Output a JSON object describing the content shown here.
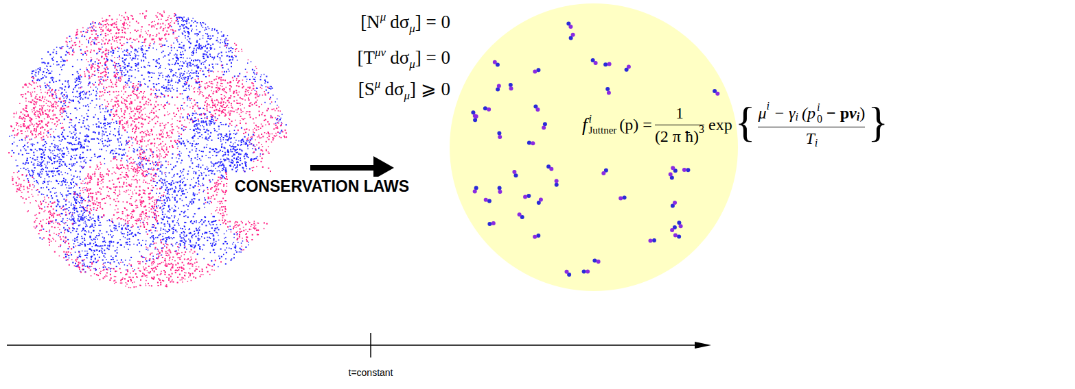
{
  "diagram": {
    "labels": [
      "[N",
      "μ",
      "dσ",
      "μ",
      "] = 0",
      "[T",
      "μν",
      "dσ",
      "μ",
      "] = 0",
      "[S",
      "μ",
      "dσ",
      "μ",
      "] ⩾ 0",
      "CONSERVATION LAWS",
      "f",
      "i",
      "Juttner",
      "(p) =",
      "1",
      "(2 π ħ)",
      "3",
      "exp",
      "{",
      "μ",
      "i",
      "− γ",
      "i",
      "(p",
      "i",
      "0",
      "− p",
      "v",
      "i",
      ")",
      "T",
      "i",
      "}",
      "t=constant"
    ]
  }
}
